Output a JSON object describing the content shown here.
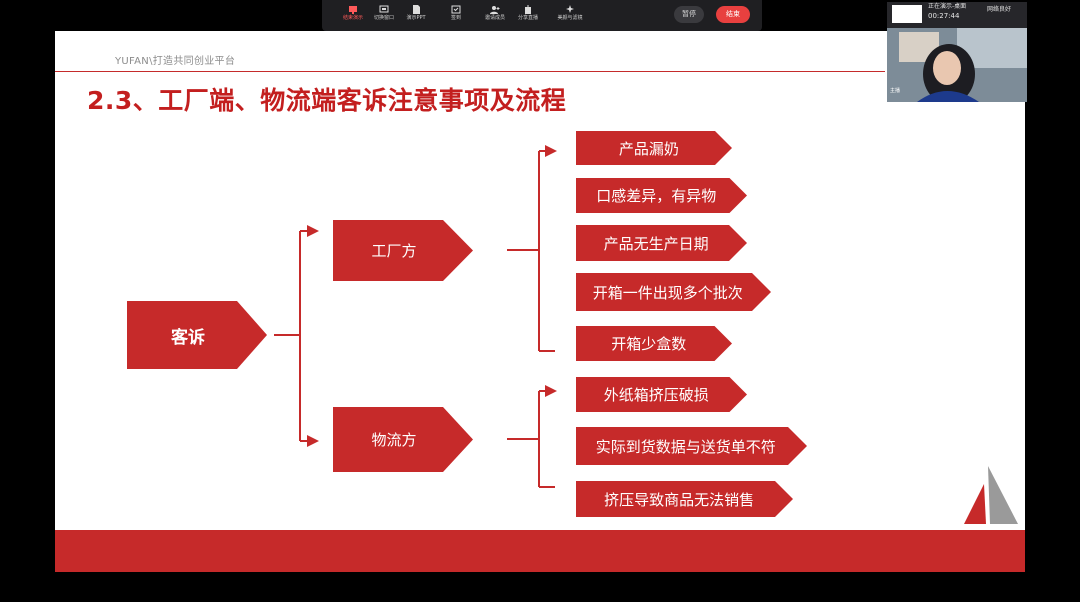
{
  "toolbar": {
    "items": [
      {
        "label": "结束演示",
        "icon": "stop-presenting-icon",
        "active": true
      },
      {
        "label": "切换窗口",
        "icon": "switch-window-icon"
      },
      {
        "label": "演示PPT",
        "icon": "ppt-icon"
      },
      {
        "label": "签到",
        "icon": "check-in-icon"
      },
      {
        "label": "邀请成员",
        "icon": "invite-member-icon"
      },
      {
        "label": "分享直播",
        "icon": "share-live-icon"
      },
      {
        "label": "美颜与滤镜",
        "icon": "beauty-filter-icon"
      }
    ],
    "pause_label": "暂停",
    "end_label": "结束",
    "end_color": "#e8403f"
  },
  "presenter": {
    "status": "正在演示-桌面",
    "timer": "00:27:44",
    "network": "网络良好",
    "name": "主播"
  },
  "slide": {
    "brand": "YUFAN\\打造共同创业平台",
    "title": "2.3、工厂端、物流端客诉注意事项及流程",
    "accent_color": "#c62a2a",
    "root": "客诉",
    "branches": [
      {
        "label": "工厂方",
        "items": [
          "产品漏奶",
          "口感差异，有异物",
          "产品无生产日期",
          "开箱一件出现多个批次",
          "开箱少盒数"
        ]
      },
      {
        "label": "物流方",
        "items": [
          "外纸箱挤压破损",
          "实际到货数据与送货单不符",
          "挤压导致商品无法销售"
        ]
      }
    ]
  }
}
